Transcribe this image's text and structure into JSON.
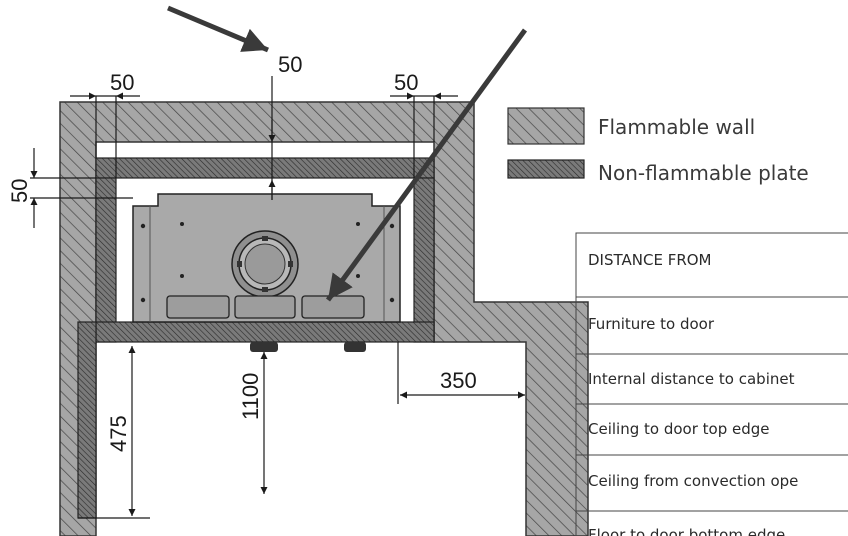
{
  "dimensions": {
    "top_gap": "50",
    "left_gap": "50",
    "right_gap": "50",
    "side_vertical": "50",
    "side_distance": "350",
    "bottom_left": "475",
    "height": "1100"
  },
  "legend": {
    "flammable_wall": "Flammable wall",
    "non_flammable_plate": "Non-flammable plate"
  },
  "table": {
    "header": "DISTANCE FROM",
    "rows": [
      "Furniture to door",
      "Internal distance to cabinet",
      "Ceiling to door top edge",
      "Ceiling from convection ope",
      "Floor to door bottom edge"
    ]
  }
}
